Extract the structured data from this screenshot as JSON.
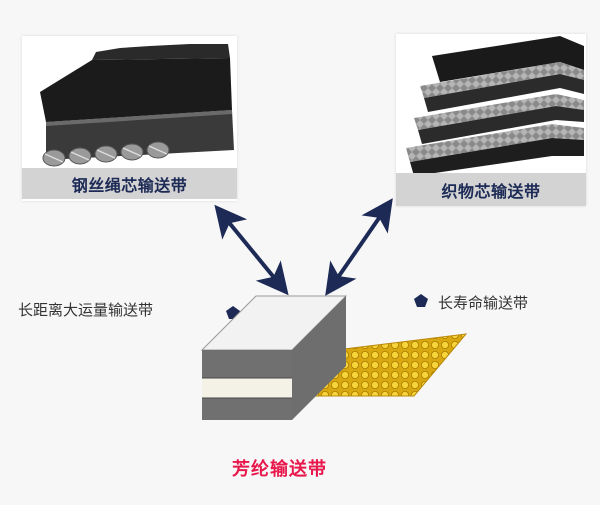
{
  "diagram": {
    "steel_cord_label": "钢丝绳芯输送带",
    "fabric_core_label": "织物芯输送带",
    "feature_long_distance": "长距离大运量输送带",
    "feature_long_life": "长寿命输送带",
    "center_label": "芳纶输送带"
  },
  "colors": {
    "caption_text": "#1c2a55",
    "caption_bar": "#d3d3d3",
    "accent_red": "#e8184c",
    "arrow": "#1c2a55",
    "aramid_yellow": "#f2c21b"
  },
  "icons": [
    "pentagon-bullet-icon",
    "double-arrow-icon"
  ]
}
